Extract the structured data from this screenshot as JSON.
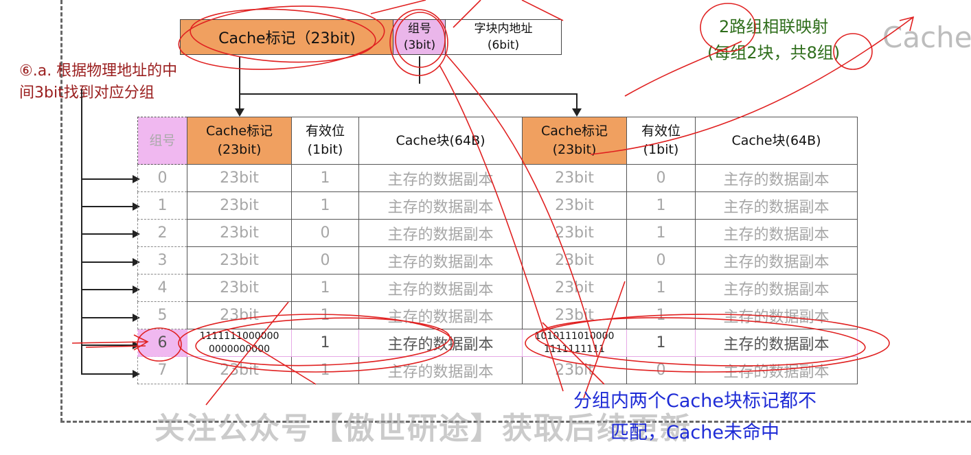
{
  "address": {
    "tag": "Cache标记（23bit)",
    "group_line1": "组号",
    "group_line2": "(3bit)",
    "offset_line1": "字块内地址",
    "offset_line2": "(6bit)"
  },
  "notes": {
    "step_line1": "⑥.a. 根据物理地址的中",
    "step_line2": "间3bit找到对应分组",
    "mapping_line1": "2路组相联映射",
    "mapping_line2": "(每组2块，共8组)",
    "cache_word": "Cache",
    "result_line1": "分组内两个Cache块标记都不",
    "result_line2": "匹配，Cache未命中",
    "watermark": "关注公众号【傲世研途】获取后续更新"
  },
  "table": {
    "headers": {
      "group": "组号",
      "tag1_line1": "Cache标记",
      "tag1_line2": "(23bit)",
      "valid1_line1": "有效位",
      "valid1_line2": "(1bit)",
      "block1": "Cache块(64B)",
      "tag2_line1": "Cache标记",
      "tag2_line2": "(23bit)",
      "valid2_line1": "有效位",
      "valid2_line2": "(1bit)",
      "block2": "Cache块(64B)"
    },
    "rows": [
      {
        "g": "0",
        "t1": "23bit",
        "v1": "1",
        "b1": "主存的数据副本",
        "t2": "23bit",
        "v2": "0",
        "b2": "主存的数据副本"
      },
      {
        "g": "1",
        "t1": "23bit",
        "v1": "1",
        "b1": "主存的数据副本",
        "t2": "23bit",
        "v2": "1",
        "b2": "主存的数据副本"
      },
      {
        "g": "2",
        "t1": "23bit",
        "v1": "0",
        "b1": "主存的数据副本",
        "t2": "23bit",
        "v2": "1",
        "b2": "主存的数据副本"
      },
      {
        "g": "3",
        "t1": "23bit",
        "v1": "0",
        "b1": "主存的数据副本",
        "t2": "23bit",
        "v2": "0",
        "b2": "主存的数据副本"
      },
      {
        "g": "4",
        "t1": "23bit",
        "v1": "1",
        "b1": "主存的数据副本",
        "t2": "23bit",
        "v2": "1",
        "b2": "主存的数据副本"
      },
      {
        "g": "5",
        "t1": "23bit",
        "v1": "1",
        "b1": "主存的数据副本",
        "t2": "23bit",
        "v2": "1",
        "b2": "主存的数据副本"
      },
      {
        "g": "6",
        "t1a": "1111111000000",
        "t1b": "0000000000",
        "v1": "1",
        "b1": "主存的数据副本",
        "t2a": "1010111010000",
        "t2b": "1111111111",
        "v2": "1",
        "b2": "主存的数据副本"
      },
      {
        "g": "7",
        "t1": "23bit",
        "v1": "1",
        "b1": "主存的数据副本",
        "t2": "23bit",
        "v2": "0",
        "b2": "主存的数据副本"
      }
    ]
  },
  "colors": {
    "tag_fill": "#f0a060",
    "group_fill": "#f0b8f0",
    "ink_red": "#e02020",
    "note_blue": "#1e2bd6",
    "note_green": "#2f6e1c"
  }
}
